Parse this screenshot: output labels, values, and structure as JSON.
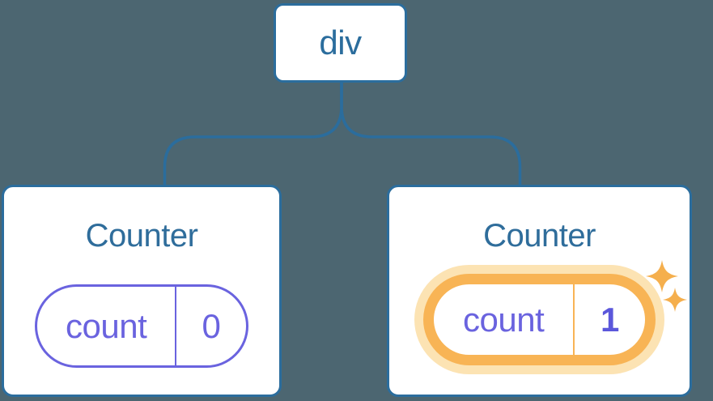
{
  "diagram": {
    "kind": "react-component-tree",
    "root": {
      "label": "div"
    },
    "children": [
      {
        "title": "Counter",
        "state": {
          "key": "count",
          "value": "0"
        },
        "highlighted": false
      },
      {
        "title": "Counter",
        "state": {
          "key": "count",
          "value": "1"
        },
        "highlighted": true
      }
    ]
  },
  "colors": {
    "background": "#4C6671",
    "node_blue": "#2B6D9D",
    "title_blue": "#2F6D9B",
    "state_purple": "#6A63DF",
    "state_value_purple": "#5B57DB",
    "highlight_orange": "#F8B455",
    "highlight_glow": "#FCE3B3",
    "sparkle_orange": "#F5AF4D",
    "card_white": "#FFFFFF"
  }
}
